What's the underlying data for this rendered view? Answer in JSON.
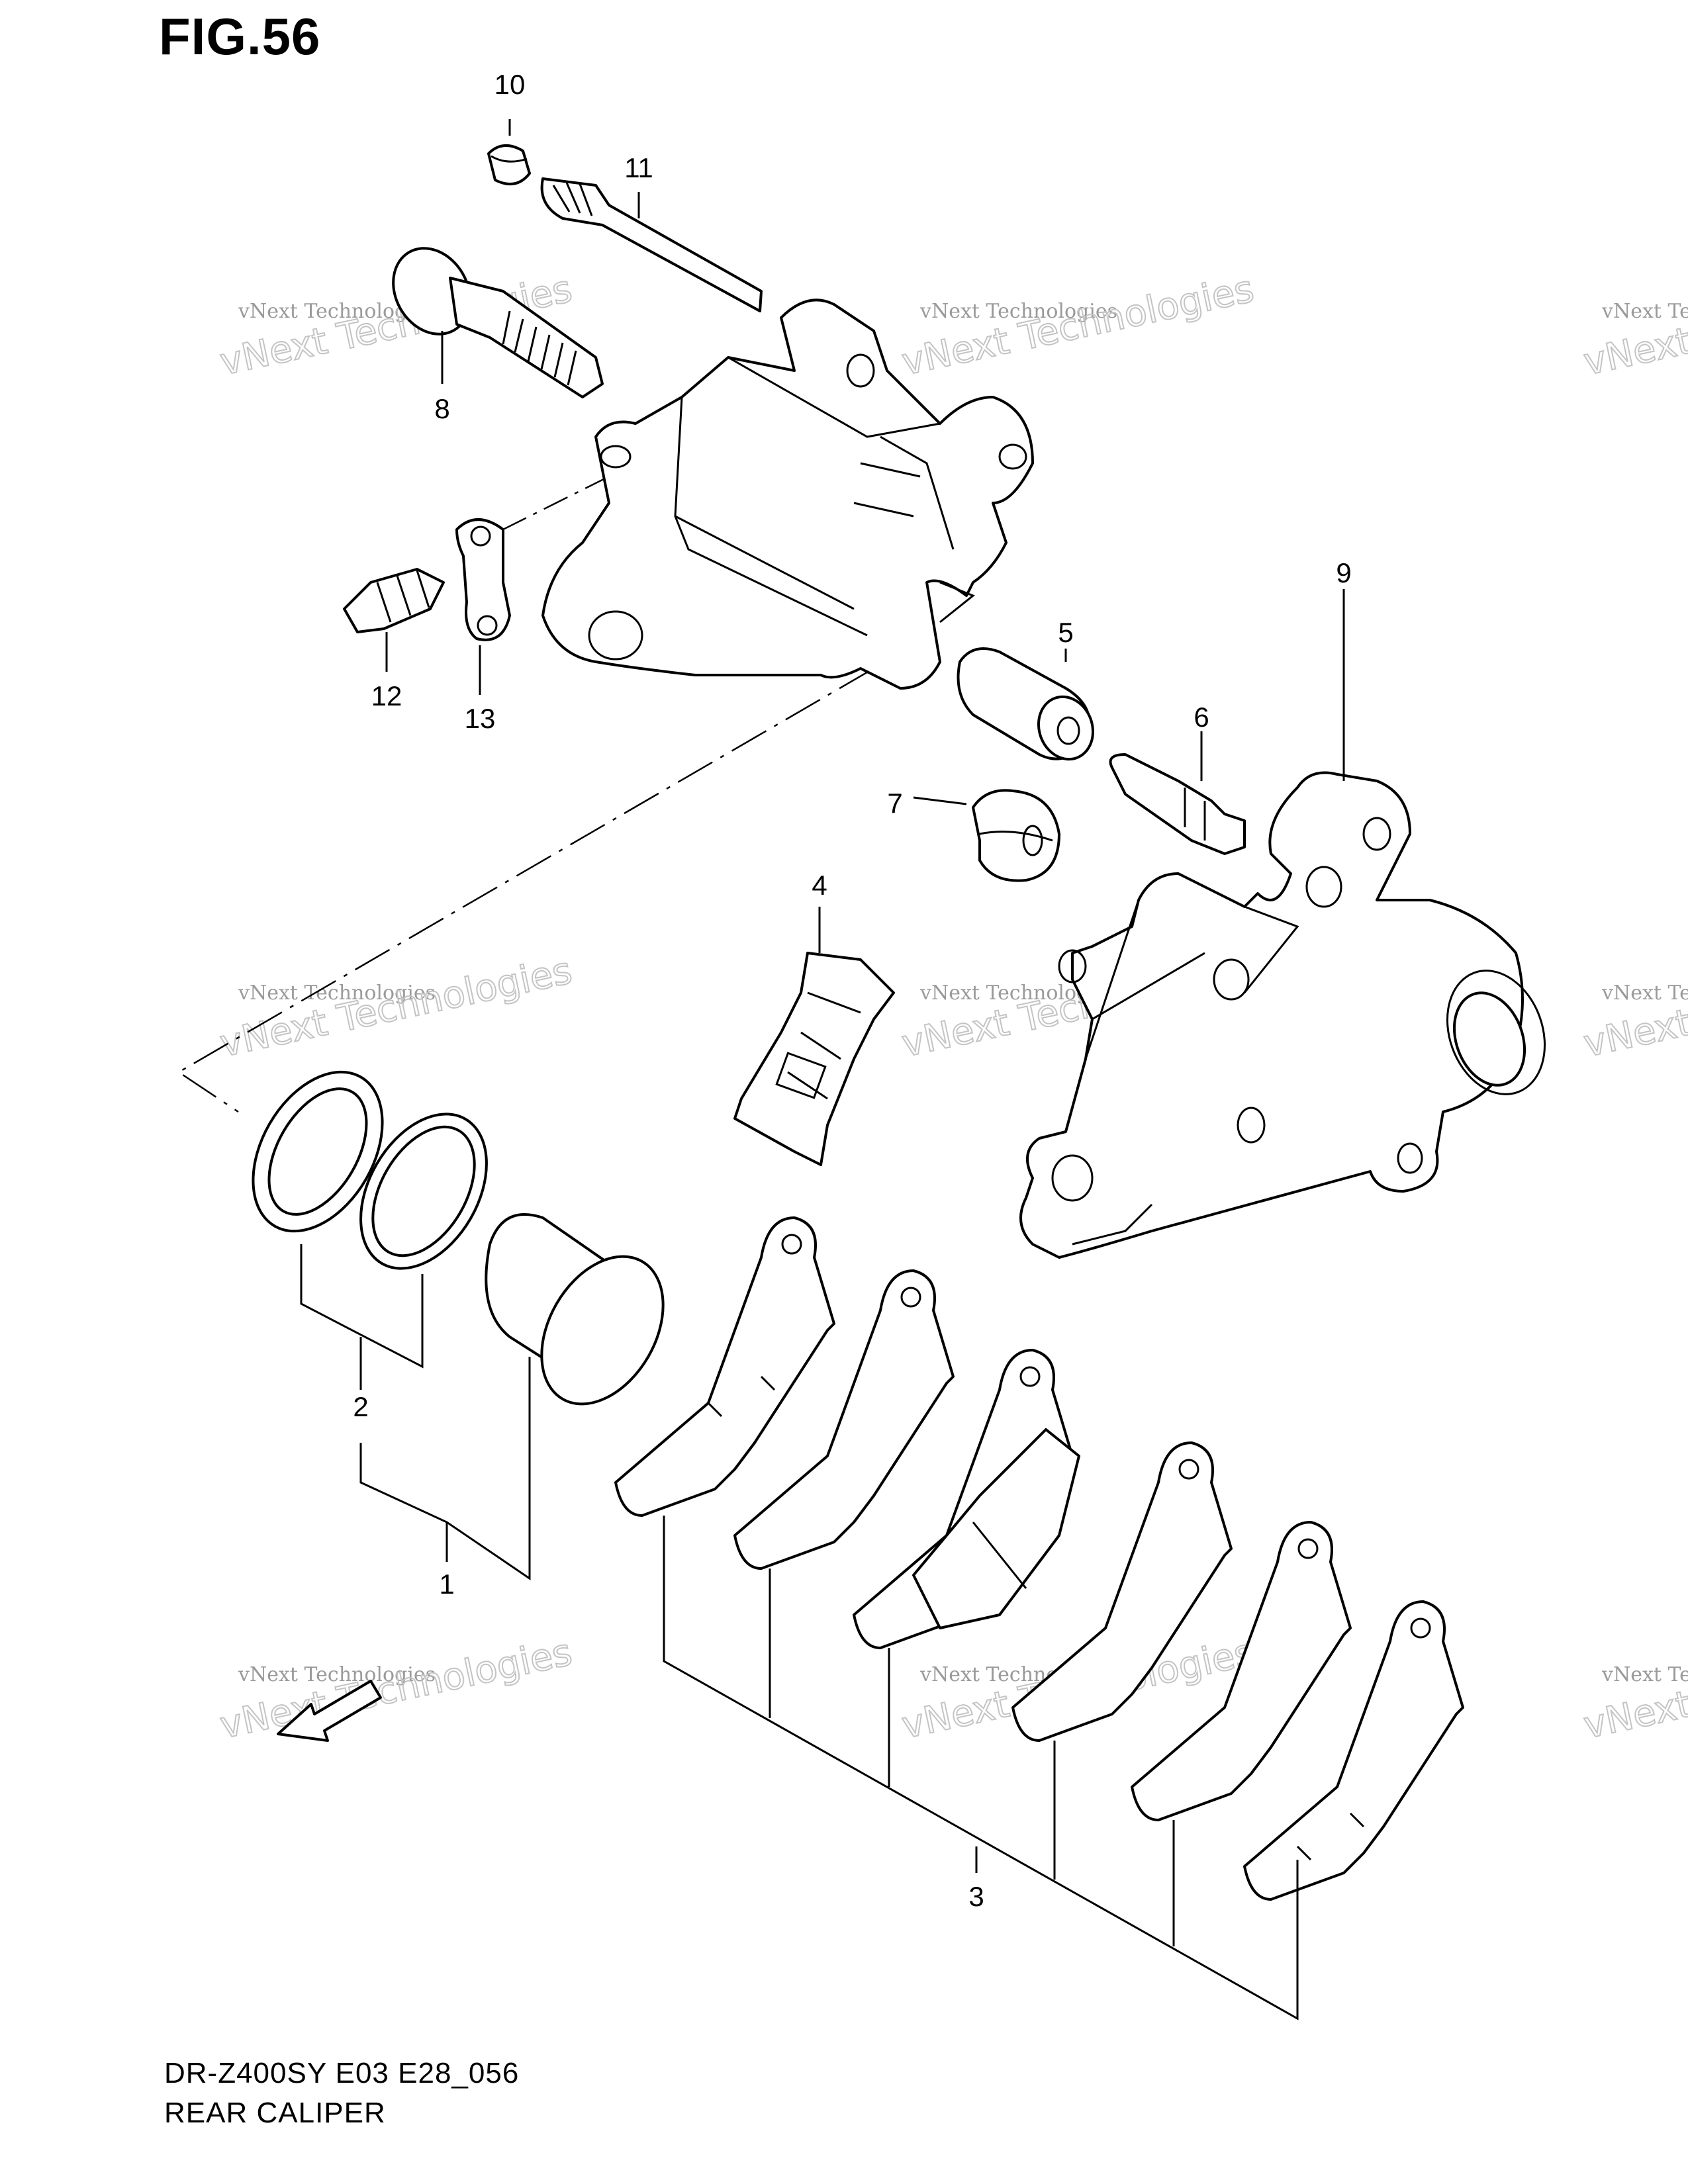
{
  "figure": {
    "title": "FIG.56",
    "model_code": "DR-Z400SY  E03  E28_056",
    "section": "REAR CALIPER"
  },
  "callouts": [
    "1",
    "2",
    "3",
    "4",
    "5",
    "6",
    "7",
    "8",
    "9",
    "10",
    "11",
    "12",
    "13"
  ],
  "watermark": {
    "line1": "vNext Technologies",
    "line2": "vNext Technologies"
  },
  "colors": {
    "ink": "#000000",
    "watermark": "#bbbbbb",
    "background": "#ffffff"
  }
}
